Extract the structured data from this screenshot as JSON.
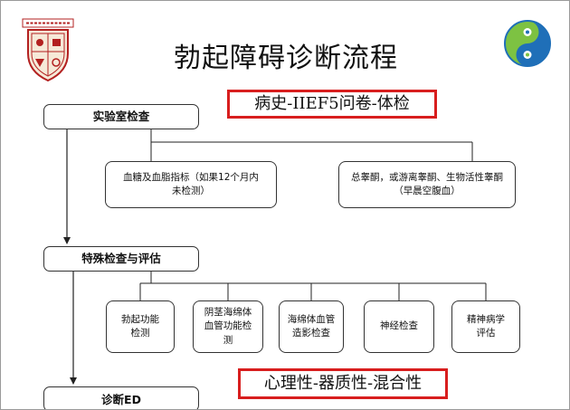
{
  "slide": {
    "title": "勃起障碍诊断流程",
    "highlight_top": "病史-IIEF5问卷-体检",
    "highlight_bottom": "心理性-器质性-混合性"
  },
  "flow": {
    "lab_exam": "实验室检查",
    "lab_children": [
      "血糖及血脂指标（如果12个月内未检测）",
      "总睾酮，或游离睾酮、生物活性睾酮（早晨空腹血）"
    ],
    "special_exam": "特殊检查与评估",
    "special_children": [
      "勃起功能检测",
      "阴茎海绵体血管功能检测",
      "海绵体血管造影检查",
      "神经检查",
      "精神病学评估"
    ],
    "diagnosis": "诊断ED"
  },
  "colors": {
    "highlight_border": "#d81e1e",
    "logo_left": "#b32020",
    "logo_right_green": "#7dc242",
    "logo_right_blue": "#1f6fb8"
  },
  "icons": {
    "left_logo": "university-crest-icon",
    "right_logo": "yin-yang-logo-icon"
  }
}
